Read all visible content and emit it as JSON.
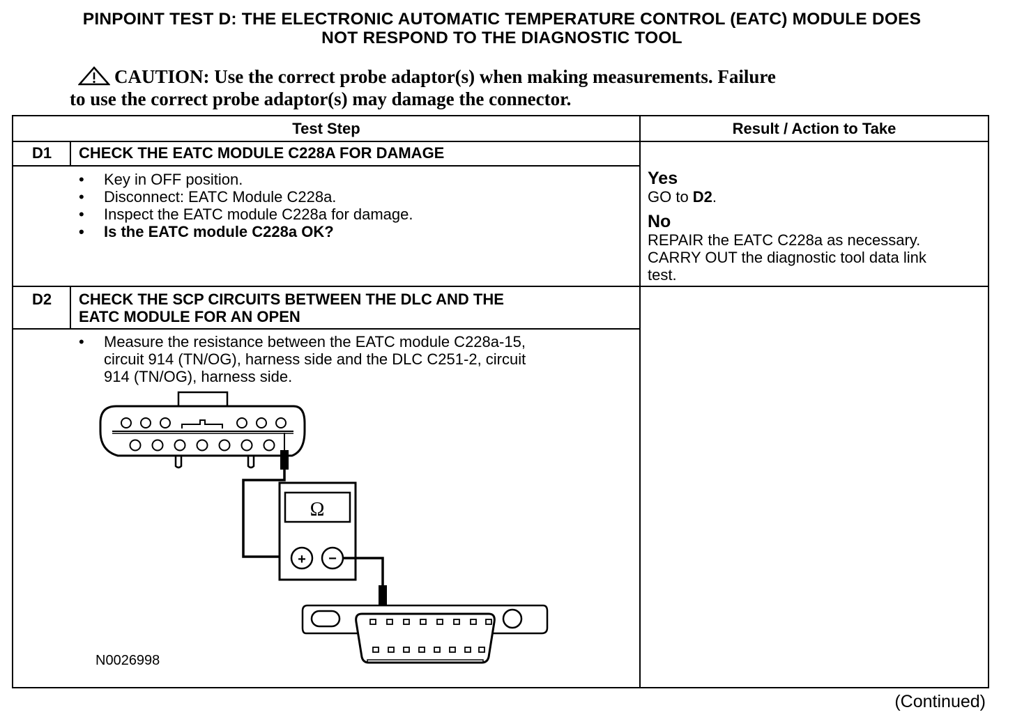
{
  "title": {
    "line1": "PINPOINT TEST D: THE ELECTRONIC AUTOMATIC TEMPERATURE CONTROL (EATC) MODULE DOES",
    "line2": "NOT RESPOND TO THE DIAGNOSTIC TOOL"
  },
  "caution": {
    "icon": "warning-triangle-icon",
    "line1": "CAUTION: Use the correct probe adaptor(s) when making measurements. Failure",
    "line2": "to use the correct probe adaptor(s) may damage the connector."
  },
  "table": {
    "headers": {
      "test_step": "Test Step",
      "result": "Result / Action to Take"
    },
    "steps": [
      {
        "id": "D1",
        "title": "CHECK THE EATC MODULE C228A FOR DAMAGE",
        "bullets": [
          "Key in OFF position.",
          "Disconnect: EATC Module C228a.",
          "Inspect the EATC module C228a for damage.",
          "Is the EATC module C228a OK?"
        ],
        "results": {
          "yes_label": "Yes",
          "yes_text": "GO to ",
          "yes_target": "D2",
          "yes_end": ".",
          "no_label": "No",
          "no_line1": "REPAIR the EATC C228a as necessary.",
          "no_line2": "CARRY OUT the diagnostic tool data link",
          "no_line3": "test."
        }
      },
      {
        "id": "D2",
        "title_line1": "CHECK THE SCP CIRCUITS BETWEEN THE DLC AND THE",
        "title_line2": "EATC MODULE FOR AN OPEN",
        "bullet_line1": "Measure the resistance between the EATC module C228a-15,",
        "bullet_line2": "circuit 914 (TN/OG), harness side and the DLC C251-2, circuit",
        "bullet_line3": "914 (TN/OG), harness side.",
        "figure": {
          "meter_symbol": "Ω",
          "plus": "+",
          "minus": "−",
          "figure_id": "N0026998"
        }
      }
    ]
  },
  "footer": {
    "continued": "(Continued)"
  }
}
